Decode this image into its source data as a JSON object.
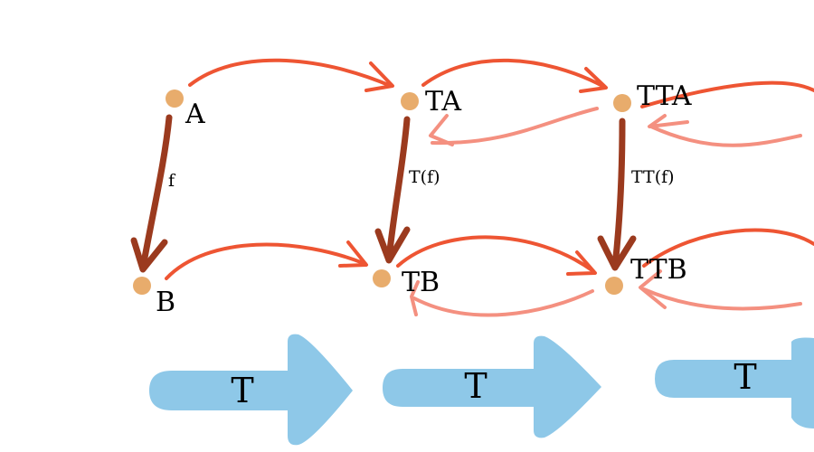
{
  "colors": {
    "node": "#E8AC6C",
    "morphism": "#9B3A1E",
    "forward_arrow": "#EE5533",
    "backward_arrow": "#F49080",
    "functor_arrow": "#8EC8E8",
    "text": "#000000"
  },
  "nodes": {
    "A": "A",
    "TA": "TA",
    "TTA": "TTA",
    "B": "B",
    "TB": "TB",
    "TTB": "TTB"
  },
  "morphisms": {
    "f": "f",
    "Tf": "T(f)",
    "TTf": "TT(f)"
  },
  "functor": {
    "arrow_1": "T",
    "arrow_2": "T",
    "arrow_3": "T"
  }
}
